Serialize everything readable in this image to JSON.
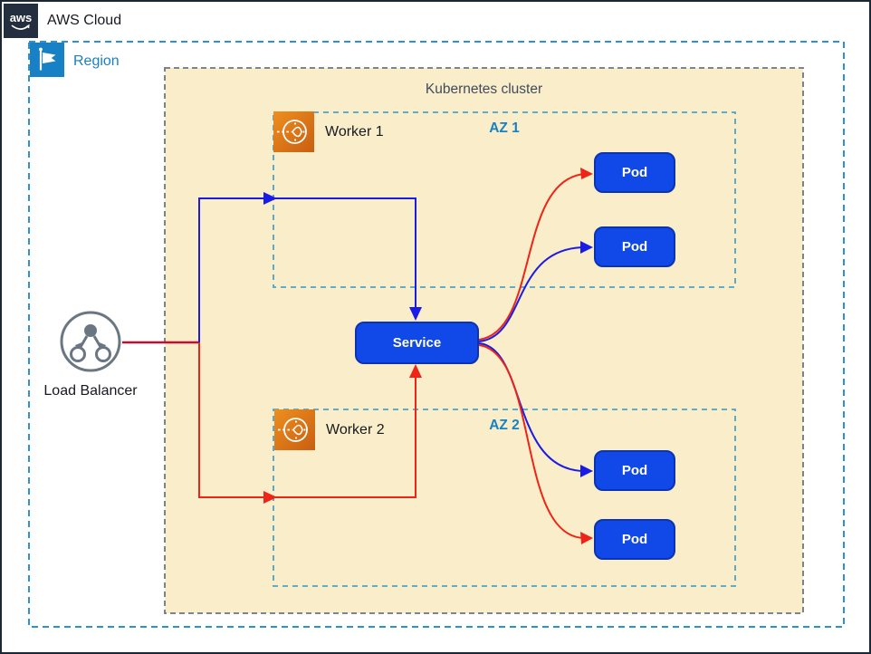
{
  "header": {
    "aws_cloud_label": "AWS Cloud",
    "aws_logo_text": "aws"
  },
  "region": {
    "label": "Region"
  },
  "cluster": {
    "title": "Kubernetes cluster"
  },
  "workers": [
    {
      "label": "Worker 1"
    },
    {
      "label": "Worker 2"
    }
  ],
  "azs": [
    {
      "label": "AZ 1"
    },
    {
      "label": "AZ 2"
    }
  ],
  "service": {
    "label": "Service"
  },
  "pods": [
    {
      "label": "Pod"
    },
    {
      "label": "Pod"
    },
    {
      "label": "Pod"
    },
    {
      "label": "Pod"
    }
  ],
  "load_balancer": {
    "label": "Load Balancer"
  },
  "colors": {
    "aws_navy": "#232F3E",
    "region_blue": "#1880C4",
    "region_border": "#2E90D9",
    "cluster_fill": "#FAEDC9",
    "cluster_border": "#6A7684",
    "az_border": "#4AA3CB",
    "node_fill": "#1148E8",
    "node_border": "#0C33B0",
    "arrow_blue": "#1B1BE8",
    "arrow_red": "#EE2417",
    "arrow_crimson": "#C40D33",
    "worker_orange_light": "#EE8F1E",
    "worker_orange_dark": "#C85E12",
    "lb_gray": "#6A7782"
  }
}
